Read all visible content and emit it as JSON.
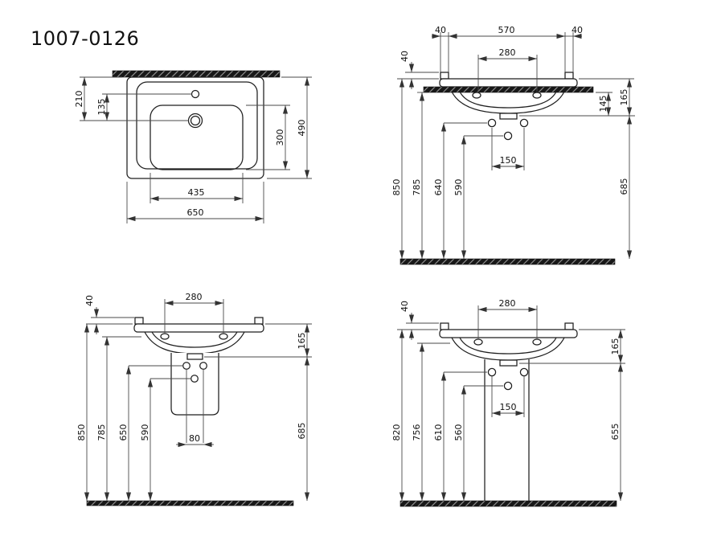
{
  "title": "1007-0126",
  "views": {
    "plan": {
      "dims": {
        "wall_to_tap": "210",
        "tap_to_drain": "135",
        "basin_depth": "300",
        "overall_depth": "490",
        "basin_width": "435",
        "overall_width": "650"
      }
    },
    "front_wall_hung": {
      "dims": {
        "tab_width_left": "40",
        "back_span": "570",
        "tab_width_right": "40",
        "tab_height": "40",
        "back_hole_span": "280",
        "underside_to_bowl": "145",
        "rim_to_bowl": "165",
        "rim_height": "850",
        "underside_height": "785",
        "fixing_hole_height": "640",
        "supply_hole_height": "590",
        "fixing_hole_span": "150",
        "bowl_clearance": "685"
      }
    },
    "half_pedestal": {
      "dims": {
        "tab_height": "40",
        "back_hole_span": "280",
        "rim_to_bowl": "165",
        "rim_height": "850",
        "underside_height": "785",
        "fixing_hole_height": "650",
        "supply_hole_height": "590",
        "trap_width": "80",
        "bowl_clearance": "685"
      }
    },
    "full_pedestal": {
      "dims": {
        "tab_height": "40",
        "back_hole_span": "280",
        "rim_to_bowl": "165",
        "rim_height": "820",
        "underside_height": "756",
        "fixing_hole_height": "610",
        "supply_hole_height": "560",
        "fixing_hole_span": "150",
        "bowl_clearance": "655"
      }
    }
  }
}
